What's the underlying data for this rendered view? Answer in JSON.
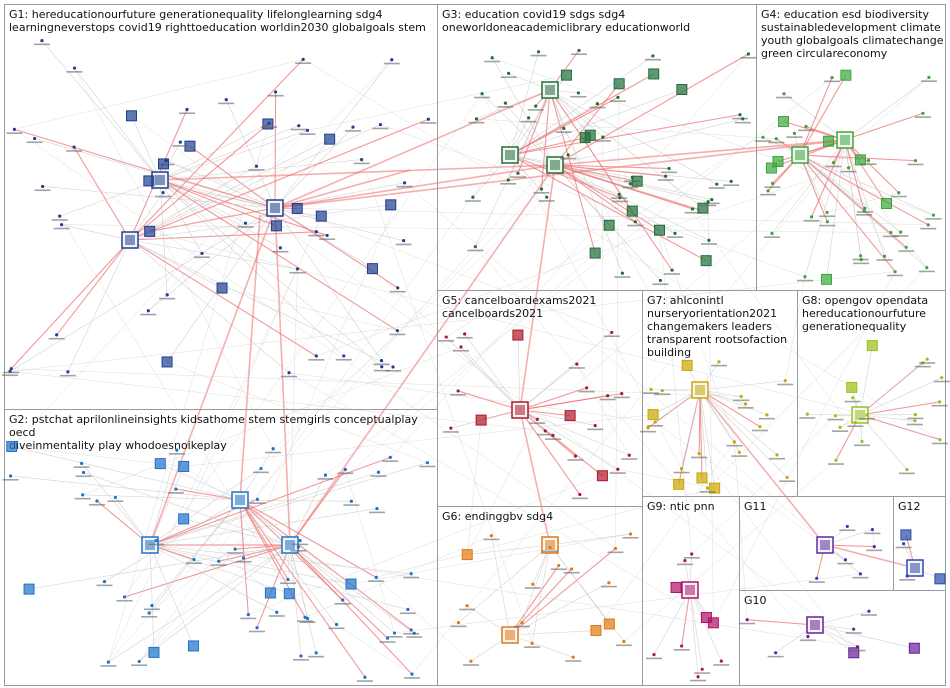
{
  "groups": [
    {
      "id": "G1",
      "label": "G1: hereducationourfuture generationequality lifelonglearning sdg4\nlearningneverstops covid19 righttoeducation worldin2030 globalgoals stem",
      "color": "#1f3f8f"
    },
    {
      "id": "G2",
      "label": "G2: pstchat aprilonlineinsights kidsathome stem stemgirls conceptualplay oecd\ndiveinmentality play whodoesnoikeplay",
      "color": "#1e72c8"
    },
    {
      "id": "G3",
      "label": "G3: education covid19 sdgs sdg4\noneworldoneacademiclibrary educationworld",
      "color": "#1f6e3a"
    },
    {
      "id": "G4",
      "label": "G4: education esd biodiversity\nsustainabledevelopment climate\nyouth globalgoals climatechange\ngreen circulareconomy",
      "color": "#3aa63a"
    },
    {
      "id": "G5",
      "label": "G5: cancelboardexams2021\ncancelboards2021",
      "color": "#b0172a"
    },
    {
      "id": "G6",
      "label": "G6: endinggbv sdg4",
      "color": "#e07a12"
    },
    {
      "id": "G7",
      "label": "G7: ahlconintl\nnurseryorientation2021\nchangemakers leaders\ntransparent rootsofaction\nbuilding",
      "color": "#c9a600"
    },
    {
      "id": "G8",
      "label": "G8: opengov opendata\nhereducationourfuture\ngenerationequality",
      "color": "#9ac01a"
    },
    {
      "id": "G9",
      "label": "G9: ntic pnn",
      "color": "#b0106a"
    },
    {
      "id": "G10",
      "label": "G10",
      "color": "#6a1e9a"
    },
    {
      "id": "G11",
      "label": "G11",
      "color": "#5a2aa8"
    },
    {
      "id": "G12",
      "label": "G12",
      "color": "#2a4aa8"
    }
  ],
  "colors": {
    "edge_light": "#c8c8c8",
    "edge_red": "#ee6b6b",
    "box_border": "#9a9a9a"
  }
}
